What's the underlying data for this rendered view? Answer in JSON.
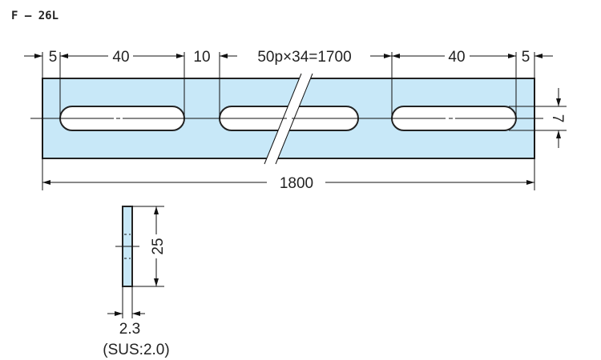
{
  "title": "F — 26L",
  "dimensions": {
    "left_margin": "5",
    "slot_length_left": "40",
    "gap": "10",
    "pitch": "50p×34=1700",
    "slot_length_right": "40",
    "right_margin": "5",
    "slot_width": "7",
    "total_length": "1800",
    "height": "25",
    "thickness": "2.3",
    "thickness_note": "(SUS:2.0)"
  },
  "colors": {
    "part_fill": "#c8e8f8",
    "line": "#222222"
  }
}
